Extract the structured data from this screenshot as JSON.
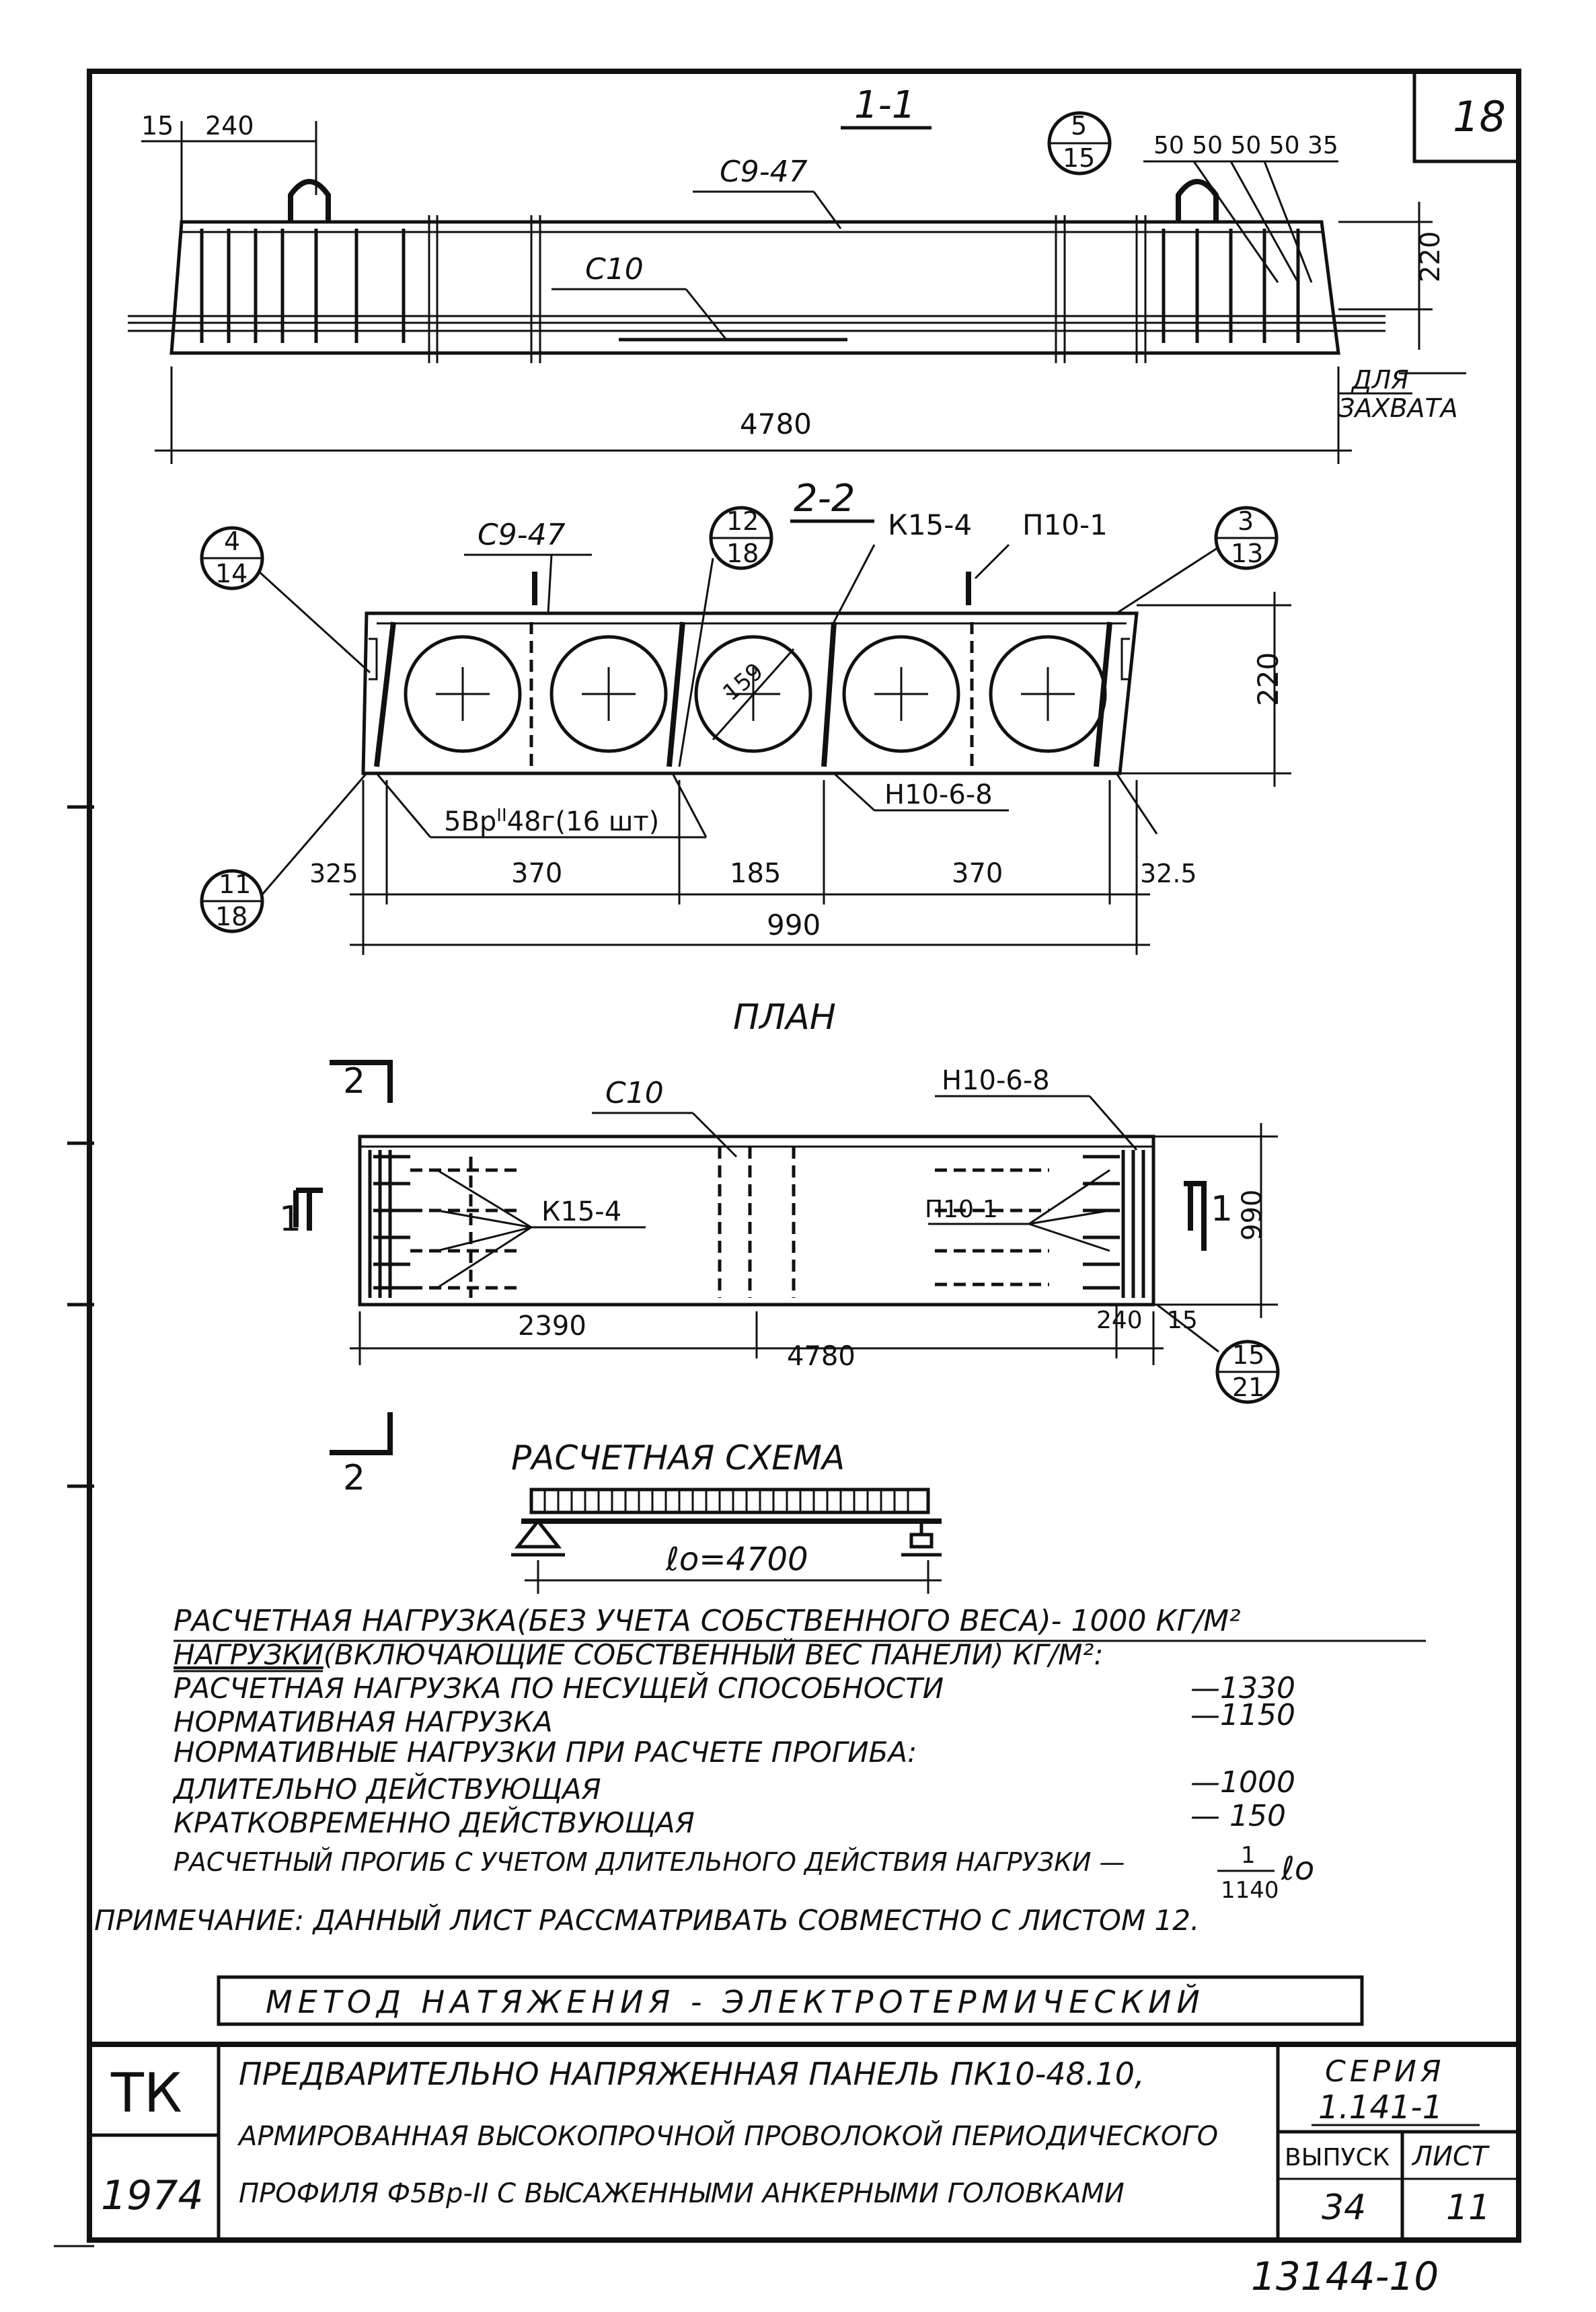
{
  "sheet_corner_number": "18",
  "section_1_1": {
    "title": "1-1",
    "callout": {
      "top": "5",
      "bottom": "15"
    },
    "dim_left_15": "15",
    "dim_left_240": "240",
    "dim_right_chain": "50 50 50 50 35",
    "bar_top_label": "С9-47",
    "bar_mid_label": "С10",
    "height_dim": "220",
    "length_dim": "4780",
    "grip_note_line1": "ДЛЯ",
    "grip_note_line2": "ЗАХВАТА"
  },
  "section_2_2": {
    "title": "2-2",
    "callout_left": {
      "top": "4",
      "bottom": "14"
    },
    "callout_mid": {
      "top": "12",
      "bottom": "18"
    },
    "callout_right": {
      "top": "3",
      "bottom": "13"
    },
    "callout_bottom_left": {
      "top": "11",
      "bottom": "18"
    },
    "label_c9": "С9-47",
    "label_k15": "К15-4",
    "label_p10": "П10-1",
    "label_n10": "Н10-6-8",
    "wire_label": "5Вр",
    "wire_class": "II",
    "wire_rest": "48г(16 шт)",
    "hole_dim": "159",
    "height_dim": "220",
    "dims_bottom": [
      "325",
      "370",
      "185",
      "370",
      "32.5"
    ],
    "width_dim": "990"
  },
  "plan": {
    "title": "ПЛАН",
    "cut_2_top": "2",
    "cut_2_bottom": "2",
    "cut_1_left": "1",
    "cut_1_right": "1",
    "label_c10": "С10",
    "label_n10": "Н10-6-8",
    "label_k15": "К15-4",
    "label_p10": "П10-1",
    "width_dim": "990",
    "dim_2390": "2390",
    "dim_4780": "4780",
    "dim_240": "240",
    "dim_15": "15",
    "callout": {
      "top": "15",
      "bottom": "21"
    }
  },
  "scheme": {
    "title": "РАСЧЕТНАЯ СХЕМА",
    "span": "ℓo=4700"
  },
  "loads": {
    "design_load": "РАСЧЕТНАЯ НАГРУЗКА(БЕЗ УЧЕТА СОБСТВЕННОГО ВЕСА)- 1000 КГ/М²",
    "heading": "НАГРУЗКИ",
    "heading_rest": "(ВКЛЮЧАЮЩИЕ СОБСТВЕННЫЙ ВЕС ПАНЕЛИ) КГ/М²:",
    "rows": [
      {
        "label": "РАСЧЕТНАЯ НАГРУЗКА ПО НЕСУЩЕЙ СПОСОБНОСТИ",
        "value": "—1330"
      },
      {
        "label": "НОРМАТИВНАЯ НАГРУЗКА",
        "value": "—1150"
      },
      {
        "label": "НОРМАТИВНЫЕ НАГРУЗКИ ПРИ РАСЧЕТЕ ПРОГИБА:",
        "value": ""
      },
      {
        "label": "ДЛИТЕЛЬНО ДЕЙСТВУЮЩАЯ",
        "value": "—1000"
      },
      {
        "label": "КРАТКОВРЕМЕННО ДЕЙСТВУЮЩАЯ",
        "value": "— 150"
      }
    ],
    "deflection_label": "РАСЧЕТНЫЙ ПРОГИБ С УЧЕТОМ ДЛИТЕЛЬНОГО ДЕЙСТВИЯ НАГРУЗКИ —",
    "deflection_num": "1",
    "deflection_den": "1140",
    "deflection_tail": "ℓo",
    "note": "ПРИМЕЧАНИЕ: ДАННЫЙ ЛИСТ РАССМАТРИВАТЬ СОВМЕСТНО С ЛИСТОМ 12."
  },
  "method": "МЕТОД НАТЯЖЕНИЯ - ЭЛЕКТРОТЕРМИЧЕСКИЙ",
  "title_block": {
    "org": "ТК",
    "year": "1974",
    "title_line1": "ПРЕДВАРИТЕЛЬНО НАПРЯЖЕННАЯ ПАНЕЛЬ ПК10-48.10,",
    "title_line2": "АРМИРОВАННАЯ ВЫСОКОПРОЧНОЙ ПРОВОЛОКОЙ ПЕРИОДИЧЕСКОГО",
    "title_line3": "ПРОФИЛЯ Ф5Вр-II С ВЫСАЖЕННЫМИ АНКЕРНЫМИ ГОЛОВКАМИ",
    "series_label": "СЕРИЯ",
    "series_value": "1.141-1",
    "issue_label": "ВЫПУСК",
    "issue_value": "34",
    "sheet_label": "ЛИСТ",
    "sheet_value": "11"
  },
  "stamp_number": "13144-10"
}
